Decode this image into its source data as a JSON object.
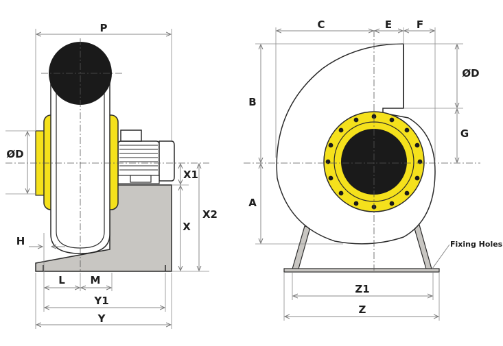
{
  "colors": {
    "yellow": "#f5e11c",
    "grey": "#c8c6c2",
    "dark": "#1a1a1a",
    "line": "#2a2a2a",
    "dimline": "#8a8a8a"
  },
  "side_view": {
    "labels": {
      "P": "P",
      "D": "ØD",
      "H": "H",
      "L": "L",
      "M": "M",
      "Y1": "Y1",
      "Y": "Y",
      "X1": "X1",
      "X": "X",
      "X2": "X2"
    }
  },
  "front_view": {
    "labels": {
      "C": "C",
      "E": "E",
      "F": "F",
      "D": "ØD",
      "B": "B",
      "G": "G",
      "A": "A",
      "Z1": "Z1",
      "Z": "Z",
      "fixing_holes": "Fixing Holes"
    }
  }
}
